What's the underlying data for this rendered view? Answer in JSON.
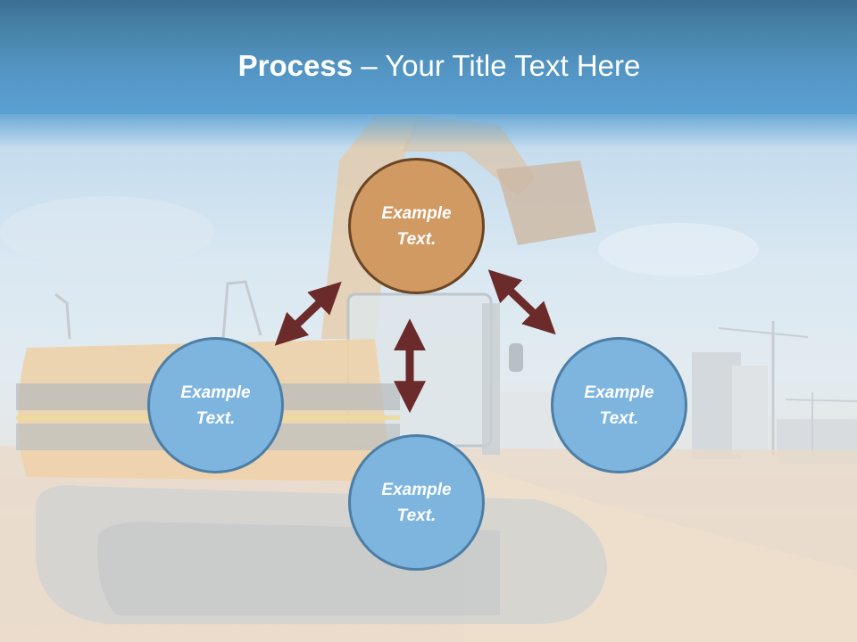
{
  "slide": {
    "title": {
      "bold": "Process",
      "rest": " – Your Title Text Here"
    },
    "background_image": "excavator-construction-site",
    "colors": {
      "header": "#4a86ad",
      "center_circle_fill": "#d09a62",
      "center_circle_border": "#6b4524",
      "outer_circle_fill": "#7db5df",
      "outer_circle_border": "#4d7ea6",
      "arrow": "#6b2b2b",
      "text": "#ffffff"
    }
  },
  "diagram": {
    "nodes": [
      {
        "id": "top",
        "line1": "Example",
        "line2": "Text.",
        "style": "orange"
      },
      {
        "id": "left",
        "line1": "Example",
        "line2": "Text.",
        "style": "blue"
      },
      {
        "id": "right",
        "line1": "Example",
        "line2": "Text.",
        "style": "blue"
      },
      {
        "id": "bottom",
        "line1": "Example",
        "line2": "Text.",
        "style": "blue"
      }
    ],
    "connectors": [
      {
        "from": "top",
        "to": "left",
        "type": "double-arrow"
      },
      {
        "from": "top",
        "to": "right",
        "type": "double-arrow"
      },
      {
        "from": "top",
        "to": "bottom",
        "type": "double-arrow"
      }
    ]
  }
}
